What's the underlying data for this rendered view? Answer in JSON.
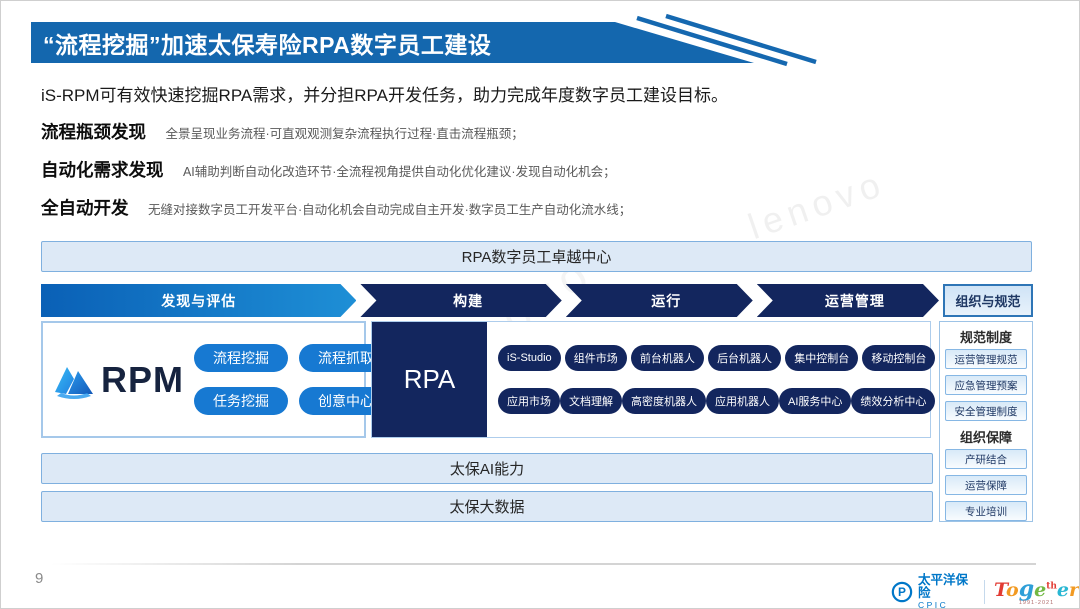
{
  "page": {
    "number": "9"
  },
  "header": {
    "title": "“流程挖掘”加速太保寿险RPA数字员工建设",
    "subtitle": "iS-RPM可有效快速挖掘RPA需求，并分担RPA开发任务，助力完成年度数字员工建设目标。"
  },
  "features": [
    {
      "label": "流程瓶颈发现",
      "desc": "全景呈现业务流程·可直观观测复杂流程执行过程·直击流程瓶颈；"
    },
    {
      "label": "自动化需求发现",
      "desc": "AI辅助判断自动化改造环节·全流程视角提供自动化优化建议·发现自动化机会；"
    },
    {
      "label": "全自动开发",
      "desc": "无缝对接数字员工开发平台·自动化机会自动完成自主开发·数字员工生产自动化流水线；"
    }
  ],
  "diagram": {
    "coe_bar": "RPA数字员工卓越中心",
    "phases": [
      "发现与评估",
      "构建",
      "运行",
      "运营管理"
    ],
    "org_header": "组织与规范",
    "rpm": {
      "logo_text": "RPM",
      "pills": [
        "流程挖掘",
        "流程抓取",
        "任务挖掘",
        "创意中心"
      ]
    },
    "rpa": {
      "label": "RPA",
      "row1": [
        "iS-Studio",
        "组件市场",
        "前台机器人",
        "后台机器人",
        "集中控制台",
        "移动控制台"
      ],
      "row2": [
        "应用市场",
        "文档理解",
        "高密度机器人",
        "应用机器人",
        "AI服务中心",
        "绩效分析中心"
      ]
    },
    "org_groups": [
      {
        "title": "规范制度",
        "items": [
          "运营管理规范",
          "应急管理预案",
          "安全管理制度"
        ]
      },
      {
        "title": "组织保障",
        "items": [
          "产研结合",
          "运营保障",
          "专业培训"
        ]
      }
    ],
    "bottom_bars": [
      "太保AI能力",
      "太保大数据"
    ]
  },
  "footer": {
    "cpic_name": "太平洋保险",
    "cpic_abbr": "CPIC",
    "together_letters": [
      "T",
      "o",
      "g",
      "e",
      "th",
      "e",
      "r"
    ],
    "anniversary": "1991-2021"
  },
  "watermark": {
    "text": "lenovo"
  },
  "colors": {
    "title_bar_blue": "#1467ae",
    "phase_active_gradient": "#0a60b6 → #1e8fd6",
    "phase_dark_navy": "#13265e",
    "pill_blue": "#1779d2",
    "panel_fill": "#dde9f6",
    "panel_border": "#7fb0df",
    "cpic_blue": "#0077c8"
  }
}
